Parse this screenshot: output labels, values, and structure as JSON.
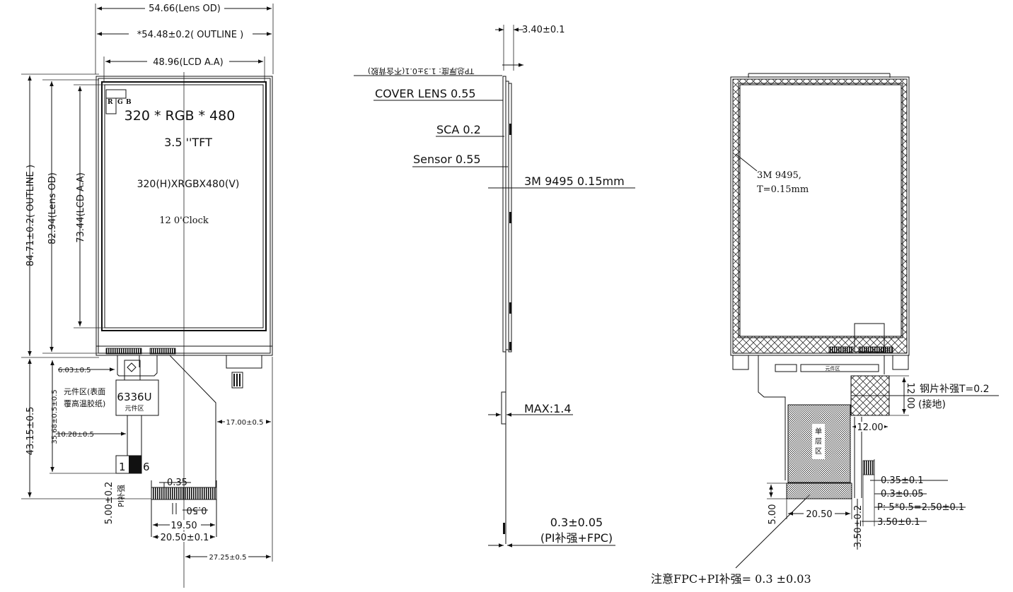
{
  "front_view": {
    "dims": {
      "lens_od_width": "54.66(Lens OD)",
      "outline_width": "*54.48±0.2( OUTLINE )",
      "lcd_aa_width": "48.96(LCD A.A)",
      "outline_height": "84.71±0.2( OUTLINE )",
      "lens_od_height": "82.94(Lens OD)",
      "lcd_aa_height": "73.44(LCD A.A)",
      "tail_total": "43.15±0.5",
      "d_603": "6.03±0.5",
      "d_3568": "35.68±0.5±0.5",
      "d_1028": "10.28±0.5",
      "d_500": "5.00±0.2",
      "d_035": "0.35",
      "d_050": "0.50",
      "d_1950": "19.50",
      "d_2050": "20.50±0.1",
      "d_1700": "17.00±0.5",
      "d_2725": "27.25±0.5"
    },
    "screen_text": {
      "resolution": "320 * RGB * 480",
      "size": "3.5  ''TFT",
      "pixels": "320(H)XRGBX480(V)",
      "view_dir": "12 0'Clock",
      "rgb_r": "R",
      "rgb_g": "G",
      "rgb_b": "B"
    },
    "components_note_1": "元件区(表面",
    "components_note_2": "覆高温胶纸)",
    "ic_label": "6336U",
    "ic_zone": "元件区",
    "pin_1": "1",
    "pin_6": "6",
    "pi_stiffener": "PI补强"
  },
  "side_view": {
    "tp_thickness": "TP总厚度: 1.3±0.1(不含背胶)",
    "d_340": "3.40±0.1",
    "cover_lens": "COVER LENS 0.55",
    "sca": "SCA 0.2",
    "sensor": "Sensor 0.55",
    "tape": "3M 9495 0.15mm",
    "max": "MAX:1.4",
    "fpc_thickness": "0.3±0.05",
    "fpc_note": "(PI补强+FPC)"
  },
  "back_view": {
    "tape_1": "3M 9495,",
    "tape_2": "T=0.15mm",
    "zone": "元件区",
    "single_1": "单",
    "single_2": "层",
    "single_3": "区",
    "d_1200v": "12.00",
    "d_1200h": "12.00",
    "steel_1": "钢片补强T=0.2",
    "steel_2": "(接地)",
    "pin_w": "0.35±0.1",
    "pin_gap": "0.3±0.05",
    "pitch": "P: 5*0.5=2.50±0.1",
    "d_350": "3.50±0.1",
    "d_2050": "20.50",
    "d_500": "5.00",
    "d_350v": "3.50±0.2",
    "note": "注意FPC+PI补强= 0.3  ±0.03"
  }
}
